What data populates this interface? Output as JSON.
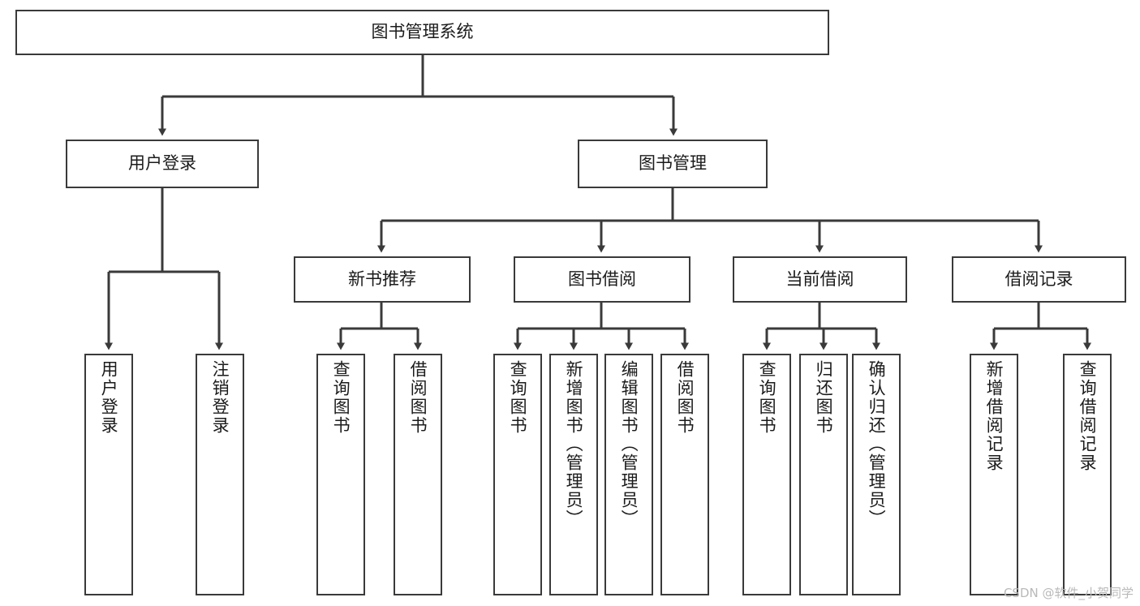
{
  "diagram": {
    "type": "tree",
    "title": "图书管理系统",
    "watermark": "CSDN @软件_小贺同学",
    "colors": {
      "stroke": "#3a3a3a",
      "fill": "#ffffff",
      "text": "#1b1b1b",
      "watermark": "#b9b9b9"
    },
    "nodes": {
      "root": "图书管理系统",
      "level1": [
        "用户登录",
        "图书管理"
      ],
      "level2": [
        "新书推荐",
        "图书借阅",
        "当前借阅",
        "借阅记录"
      ],
      "leaves_user_login": [
        "用户登录",
        "注销登录"
      ],
      "leaves_new_book": [
        "查询图书",
        "借阅图书"
      ],
      "leaves_borrow": [
        "查询图书",
        "新增图书（管理员）",
        "编辑图书（管理员）",
        "借阅图书"
      ],
      "leaves_current": [
        "查询图书",
        "归还图书",
        "确认归还（管理员）"
      ],
      "leaves_record": [
        "新增借阅记录",
        "查询借阅记录"
      ]
    },
    "edges": [
      {
        "from": "图书管理系统",
        "to": "用户登录"
      },
      {
        "from": "图书管理系统",
        "to": "图书管理"
      },
      {
        "from": "用户登录",
        "to": "用户登录"
      },
      {
        "from": "用户登录",
        "to": "注销登录"
      },
      {
        "from": "图书管理",
        "to": "新书推荐"
      },
      {
        "from": "图书管理",
        "to": "图书借阅"
      },
      {
        "from": "图书管理",
        "to": "当前借阅"
      },
      {
        "from": "图书管理",
        "to": "借阅记录"
      },
      {
        "from": "新书推荐",
        "to": "查询图书"
      },
      {
        "from": "新书推荐",
        "to": "借阅图书"
      },
      {
        "from": "图书借阅",
        "to": "查询图书"
      },
      {
        "from": "图书借阅",
        "to": "新增图书（管理员）"
      },
      {
        "from": "图书借阅",
        "to": "编辑图书（管理员）"
      },
      {
        "from": "图书借阅",
        "to": "借阅图书"
      },
      {
        "from": "当前借阅",
        "to": "查询图书"
      },
      {
        "from": "当前借阅",
        "to": "归还图书"
      },
      {
        "from": "当前借阅",
        "to": "确认归还（管理员）"
      },
      {
        "from": "借阅记录",
        "to": "新增借阅记录"
      },
      {
        "from": "借阅记录",
        "to": "查询借阅记录"
      }
    ]
  }
}
